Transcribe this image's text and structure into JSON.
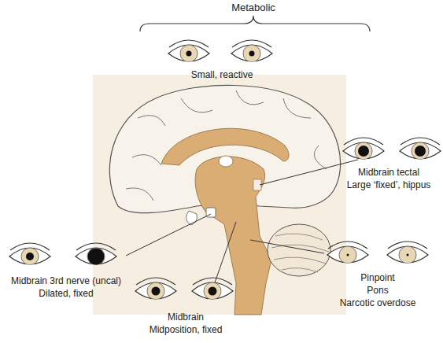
{
  "diagram": {
    "labels": [
      "Metabolic",
      "Small, reactive",
      "Midbrain tectal",
      "Large ‘fixed’, hippus",
      "Midbrain 3rd nerve (uncal)",
      "Dilated, fixed",
      "Midbrain",
      "Midposition, fixed",
      "Pinpoint",
      "Pons",
      "Narcotic overdose"
    ]
  }
}
